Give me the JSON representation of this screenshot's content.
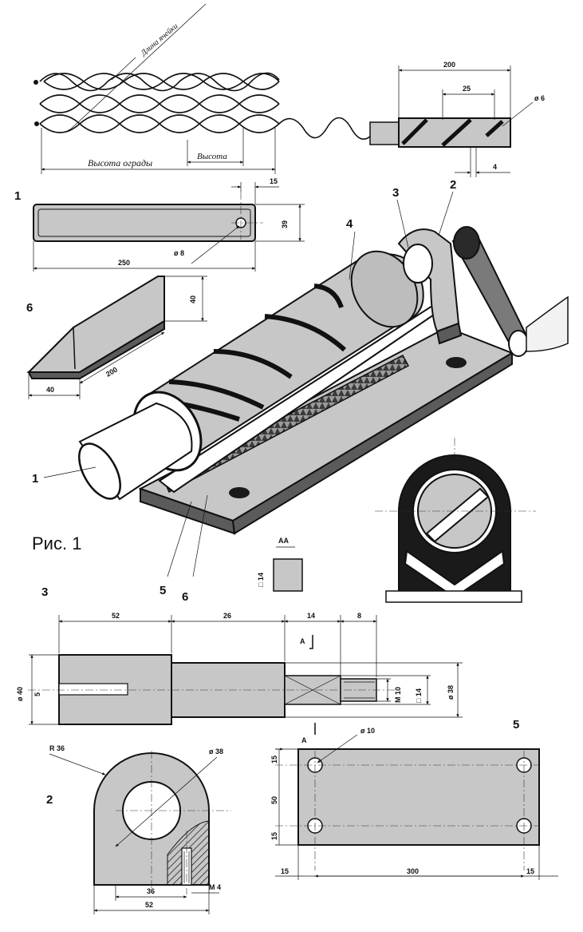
{
  "figure_caption": "Рис. 1",
  "net": {
    "cell_length_label": "Длина ячейки",
    "height_label": "Высота",
    "fence_height_label": "Высота ограды"
  },
  "mandrel": {
    "dim_length": "200",
    "dim_pitch": "25",
    "dim_groove": "ø 6",
    "dim_4": "4"
  },
  "part_numbers": {
    "p1": "1",
    "p2": "2",
    "p3": "3",
    "p4": "4",
    "p5": "5",
    "p6": "6"
  },
  "part1": {
    "dim_15": "15",
    "dim_39": "39",
    "dim_hole": "ø 8",
    "dim_250": "250"
  },
  "part6": {
    "dim_40v": "40",
    "dim_200": "200",
    "dim_40h": "40"
  },
  "section_aa": {
    "label": "AA",
    "dim": "□ 14"
  },
  "part3": {
    "dim_52": "52",
    "dim_26": "26",
    "dim_14": "14",
    "dim_8": "8",
    "section_mark": "A",
    "dim_d40": "ø 40",
    "dim_5": "5",
    "dim_m10": "M 10",
    "dim_sq14": "□ 14",
    "dim_d38": "ø 38"
  },
  "part2": {
    "dim_r36": "R 36",
    "dim_d38": "ø 38",
    "dim_36": "36",
    "dim_m4": "M 4",
    "dim_52": "52"
  },
  "part5": {
    "section_mark": "A",
    "dim_hole": "ø 10",
    "dim_15a": "15",
    "dim_50": "50",
    "dim_15b": "15",
    "dim_15c": "15",
    "dim_300": "300",
    "dim_15d": "15"
  }
}
